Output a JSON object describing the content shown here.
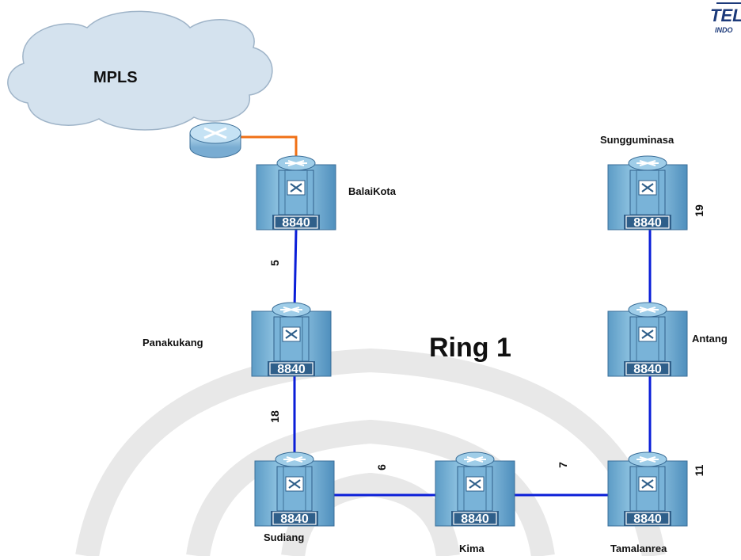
{
  "logo": {
    "line1": "TEL",
    "line2": "INDO"
  },
  "cloud": {
    "label": "MPLS"
  },
  "ring_title": "Ring 1",
  "device_model": "8840",
  "colors": {
    "link": "#0a1ed8",
    "uplink": "#f07016",
    "device_body": "#8cc6e2",
    "device_dark": "#2f5f8a",
    "cloud": "#d4e2ee",
    "watermark": "#e8e8e8"
  },
  "nodes": {
    "balaikota": "BalaiKota",
    "panakukang": "Panakukang",
    "sudiang": "Sudiang",
    "kima": "Kima",
    "tamalanrea": "Tamalanrea",
    "antang": "Antang",
    "sungguminasa": "Sungguminasa"
  },
  "links": {
    "balaikota_panakukang": "5",
    "panakukang_sudiang": "18",
    "sudiang_kima": "6",
    "kima_tamalanrea": "7",
    "tamalanrea_antang": "11",
    "antang_sungguminasa": "19"
  }
}
